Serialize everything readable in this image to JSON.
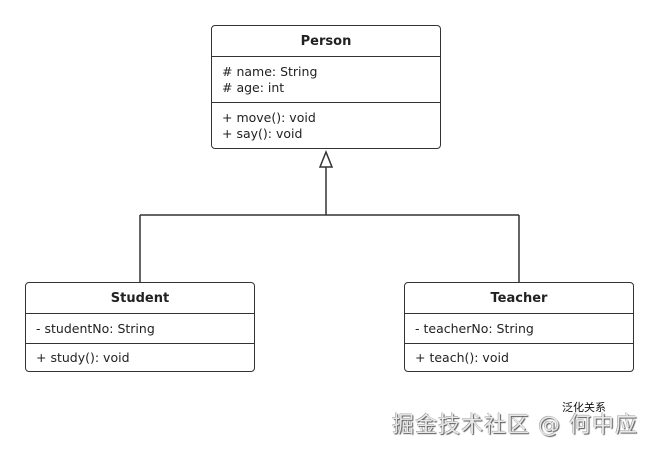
{
  "diagram": {
    "type": "uml-class-diagram",
    "relationship": "generalization",
    "classes": {
      "person": {
        "name": "Person",
        "attributes": [
          "# name: String",
          "# age: int"
        ],
        "methods": [
          "+ move(): void",
          "+ say(): void"
        ]
      },
      "student": {
        "name": "Student",
        "attributes": [
          "- studentNo: String"
        ],
        "methods": [
          "+ study(): void"
        ]
      },
      "teacher": {
        "name": "Teacher",
        "attributes": [
          "- teacherNo: String"
        ],
        "methods": [
          "+ teach(): void"
        ]
      }
    },
    "edges": [
      {
        "from": "Student",
        "to": "Person",
        "kind": "generalization"
      },
      {
        "from": "Teacher",
        "to": "Person",
        "kind": "generalization"
      }
    ]
  },
  "caption": "泛化关系",
  "watermark": "掘金技术社区 @ 何中应",
  "colors": {
    "stroke": "#333333",
    "background": "#ffffff"
  }
}
